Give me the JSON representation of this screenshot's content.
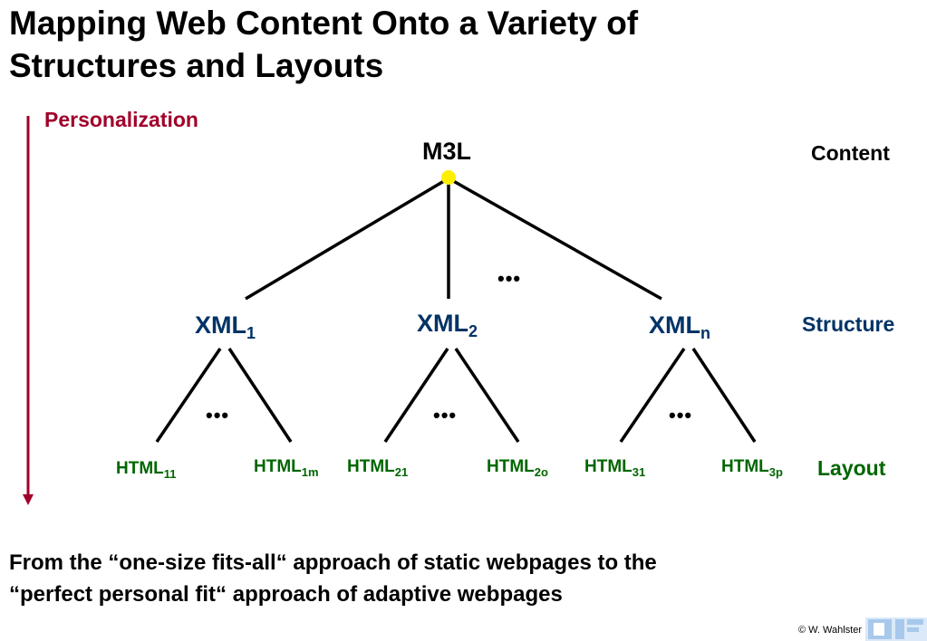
{
  "title": {
    "line1": "Mapping Web Content Onto a Variety of",
    "line2": "Structures and Layouts"
  },
  "personalization_label": "Personalization",
  "root": {
    "label": "M3L"
  },
  "levels": {
    "content": "Content",
    "structure": "Structure",
    "layout": "Layout"
  },
  "ellipsis": "•••",
  "xml_nodes": [
    {
      "base": "XML",
      "sub": "1"
    },
    {
      "base": "XML",
      "sub": "2"
    },
    {
      "base": "XML",
      "sub": "n"
    }
  ],
  "html_nodes": [
    {
      "base": "HTML",
      "sub": "11"
    },
    {
      "base": "HTML",
      "sub": "1m"
    },
    {
      "base": "HTML",
      "sub": "21"
    },
    {
      "base": "HTML",
      "sub": "2o"
    },
    {
      "base": "HTML",
      "sub": "31"
    },
    {
      "base": "HTML",
      "sub": "3p"
    }
  ],
  "footer": {
    "line1": "From the “one-size fits-all“ approach of static webpages to the",
    "line2": "“perfect personal fit“ approach of adaptive webpages"
  },
  "copyright": "© W. Wahlster",
  "colors": {
    "personalization": "#a0002a",
    "structure": "#003366",
    "layout": "#006600",
    "root_node": "#ffee00",
    "logo": "#a8c8ec"
  }
}
